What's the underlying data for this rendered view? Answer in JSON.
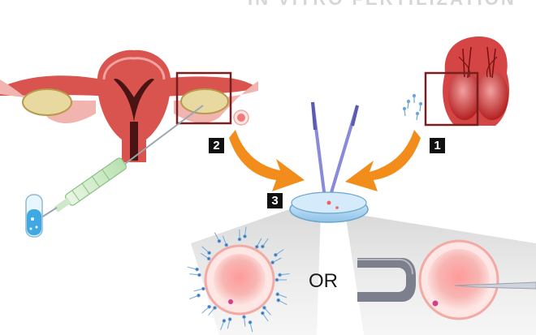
{
  "title_fragment": "IN VITRO FERTILIZATION",
  "steps": [
    {
      "label": "1"
    },
    {
      "label": "2"
    },
    {
      "label": "3"
    }
  ],
  "or_label": "OR",
  "colors": {
    "arrow": "#f28c1a",
    "highlight_box": "#7a1f1f",
    "uterus": "#d9534f",
    "ovary": "#e8d9a0",
    "egg": "#f6a7a3",
    "dish": "#a9d4ee",
    "needle": "#8a8ad8",
    "pipette": "#7c7f8c"
  }
}
